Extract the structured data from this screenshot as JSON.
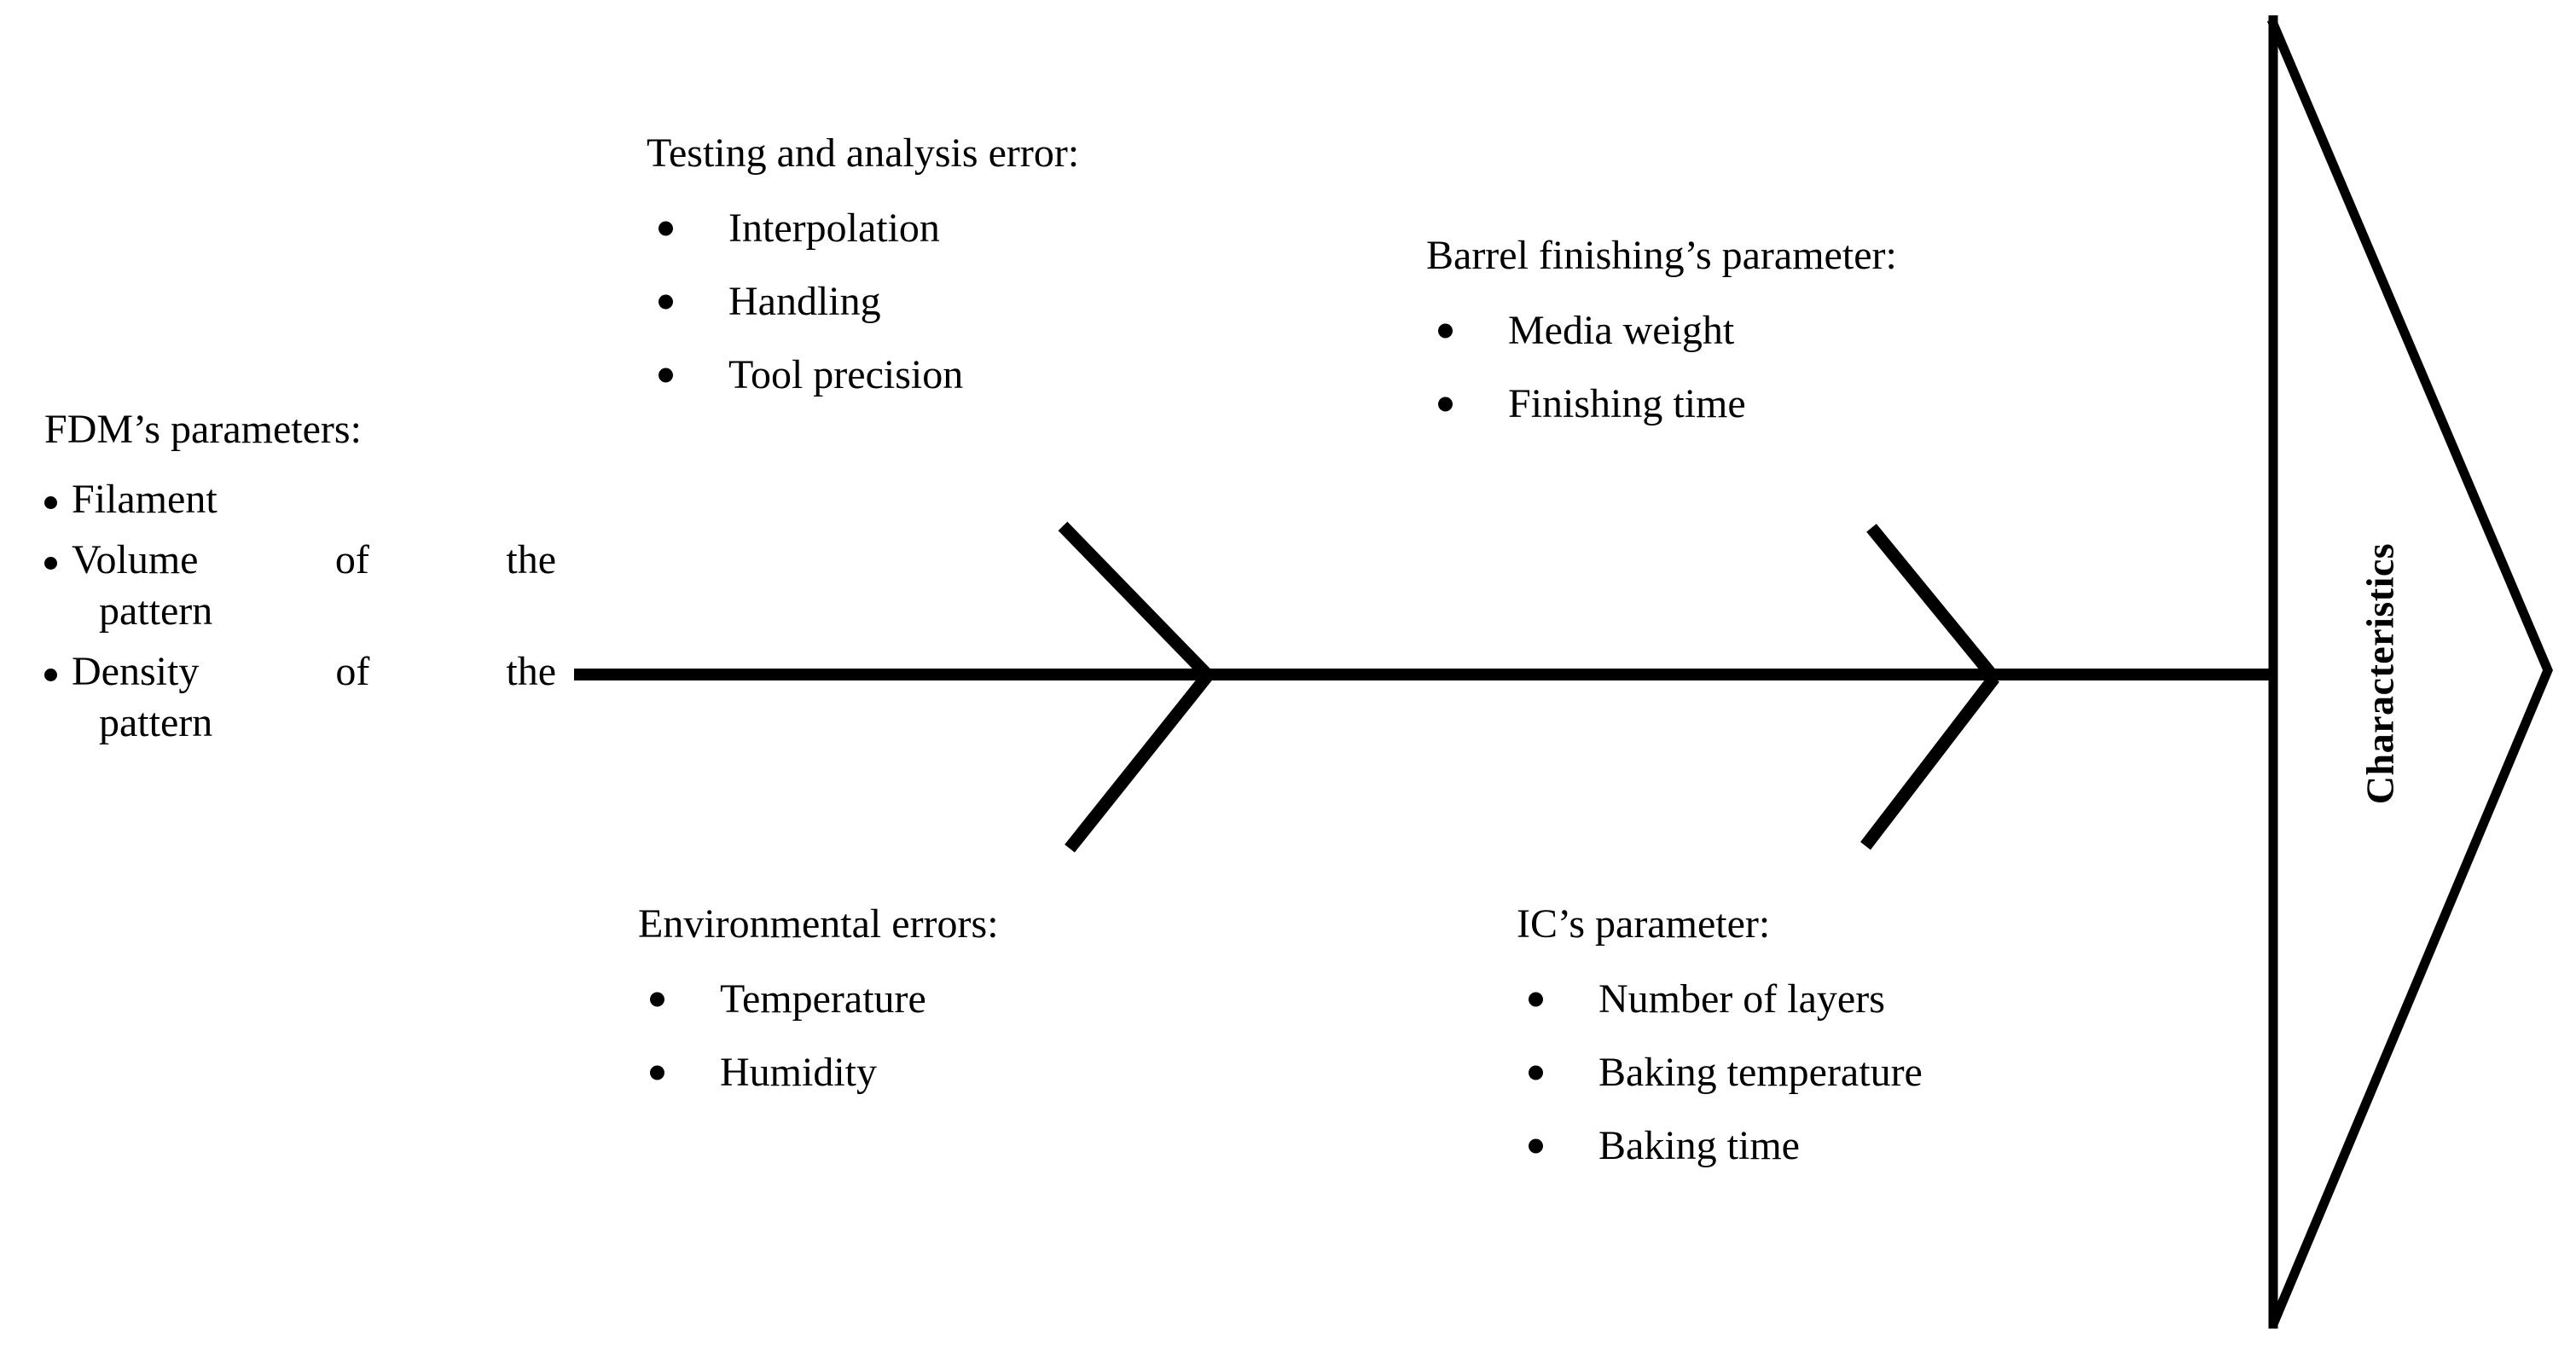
{
  "diagram": {
    "type": "fishbone-ishikawa",
    "effect_label": "Characteristics",
    "categories": [
      {
        "id": "fdm",
        "position": "head-left",
        "title": "FDM’s parameters:",
        "items": [
          "Filament",
          "Volume of the pattern",
          "Density of the pattern"
        ],
        "items_lines": [
          [
            "Filament"
          ],
          [
            "Volume of the",
            "pattern"
          ],
          [
            "Density of the",
            "pattern"
          ]
        ]
      },
      {
        "id": "testing",
        "position": "upper-left",
        "title": "Testing and analysis error:",
        "items": [
          "Interpolation",
          "Handling",
          "Tool precision"
        ]
      },
      {
        "id": "barrel",
        "position": "upper-right",
        "title": "Barrel finishing’s parameter:",
        "items": [
          "Media weight",
          "Finishing time"
        ]
      },
      {
        "id": "environmental",
        "position": "lower-left",
        "title": "Environmental errors:",
        "items": [
          "Temperature",
          "Humidity"
        ]
      },
      {
        "id": "ic",
        "position": "lower-right",
        "title": "IC’s parameter:",
        "items": [
          "Number of layers",
          "Baking temperature",
          "Baking time"
        ]
      }
    ]
  },
  "style": {
    "line_color": "#000000",
    "text_color": "#000000",
    "background": "#ffffff"
  }
}
